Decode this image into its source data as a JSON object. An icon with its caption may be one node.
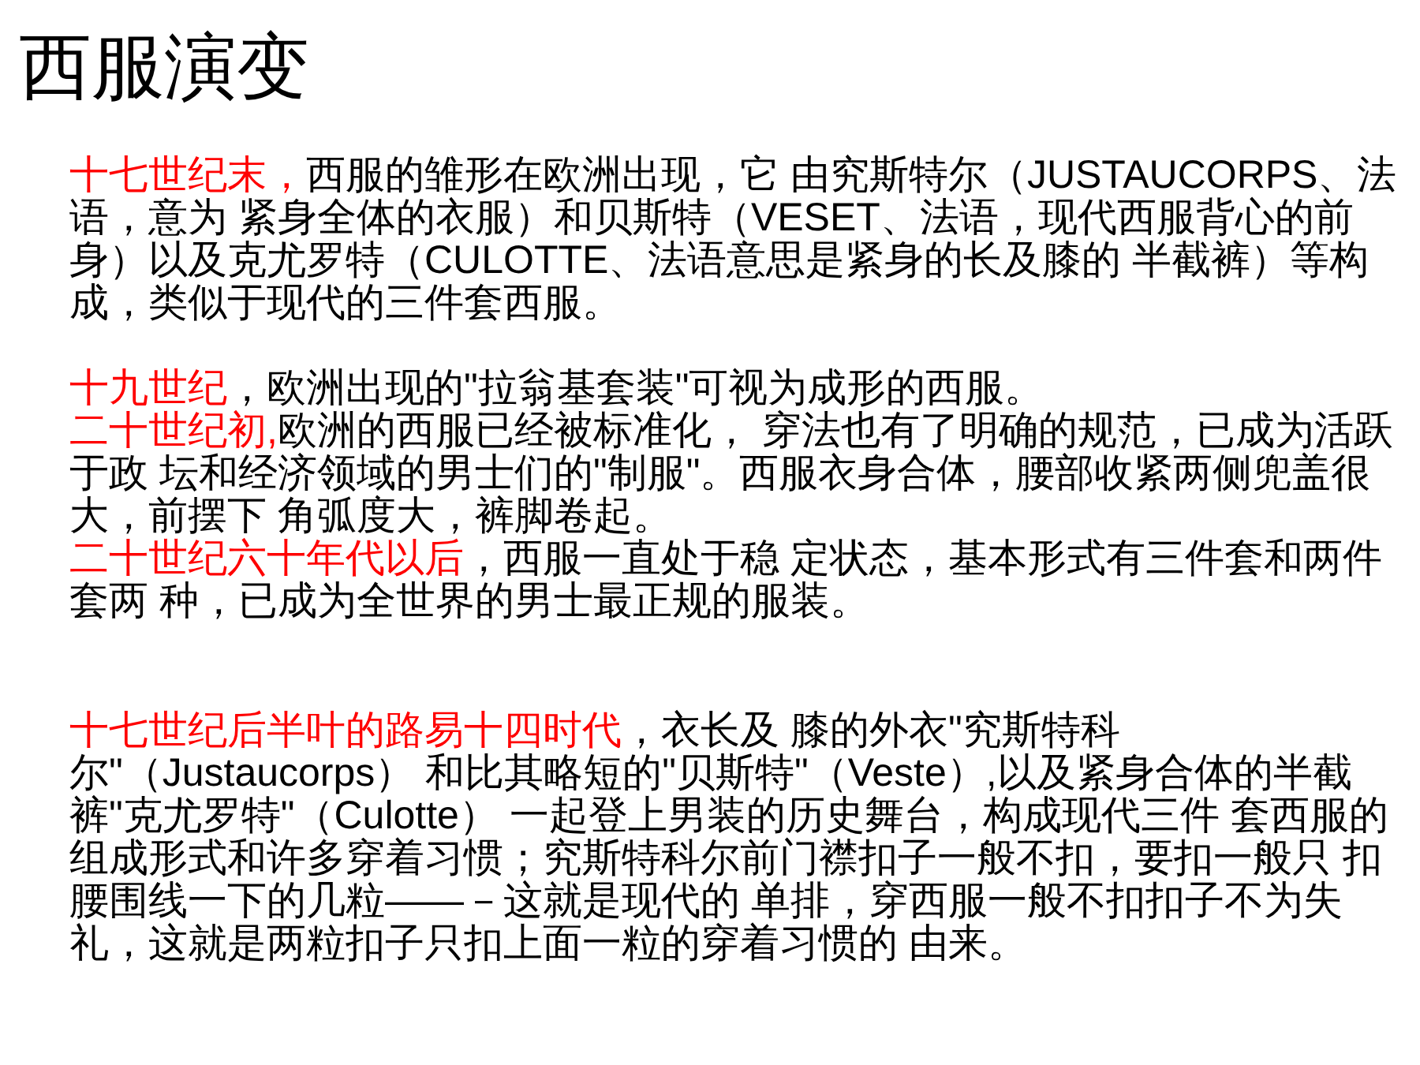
{
  "diagram": {
    "title": "西服演变",
    "labels": [
      "十七世纪末，",
      "西服的雏形在欧洲出现，它 由究斯特尔（JUSTAUCORPS、法语，意为 紧身全体的衣服）和贝斯特（VESET、法语，现代西服背心的前身）以及克尤罗特（CULOTTE、法语意思是紧身的长及膝的 半截裤）等构成，类似于现代的三件套西服。",
      "十九世纪",
      "，欧洲出现的\"拉翁基套装\"可视为成形的西服。",
      "二十世纪初,",
      "欧洲的西服已经被标准化， 穿法也有了明确的规范，已成为活跃于政 坛和经济领域的男士们的\"制服\"。西服衣身合体，腰部收紧两侧兜盖很大，前摆下 角弧度大，裤脚卷起。",
      "二十世纪六十年代以后",
      "，西服一直处于稳 定状态，基本形式有三件套和两件套两 种，已成为全世界的男士最正规的服装。",
      "十七世纪后半叶的路易十四时代",
      "，衣长及 膝的外衣\"究斯特科尔\"（Justaucorps） 和比其略短的\"贝斯特\"（Veste）,以及紧身合体的半截裤\"克尤罗特\"（Culotte） 一起登上男装的历史舞台，构成现代三件 套西服的组成形式和许多穿着习惯；究斯特科尔前门襟扣子一般不扣，要扣一般只 扣腰围线一下的几粒——－这就是现代的 单排，穿西服一般不扣扣子不为失礼，这就是两粒扣子只扣上面一粒的穿着习惯的 由来。"
    ]
  }
}
